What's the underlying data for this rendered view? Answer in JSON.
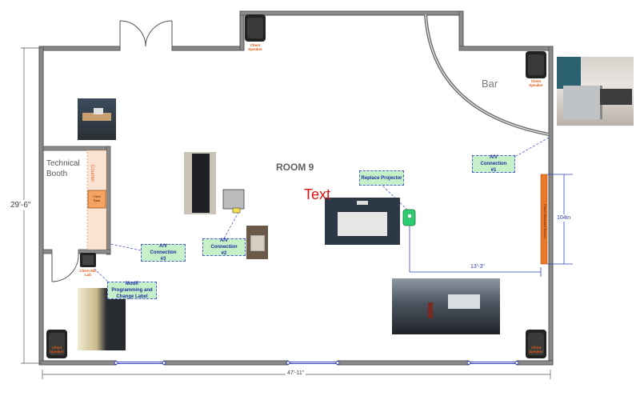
{
  "room": {
    "title": "ROOM 9",
    "bar_label": "Bar",
    "tech_booth_label": "Technical Booth",
    "counter_label": "Counter",
    "overlay_text": "Text"
  },
  "dimensions": {
    "height": "29'-6\"",
    "width": "47'-11\"",
    "screen_width": "104in",
    "projector_offset": "13'-3\""
  },
  "callouts": {
    "av1": "A/V Connection #1",
    "av2": "A/V Connection #2",
    "av3": "A/V Connection #3",
    "projector": "Replace Projector",
    "modify": "Modif Programming and Change Label"
  },
  "equipment": {
    "client_speaker": "Client Speaker",
    "client_rack": "Client Rack",
    "client_mic_lab": "Client Mic Lab",
    "client_screen": "Client Motorized Screen"
  },
  "colors": {
    "wall": "#808080",
    "wall_edge": "#555555",
    "callout_fill": "#c8f0c8",
    "callout_border": "#4a5fd0",
    "dim_line": "#3040c0",
    "screen": "#e8782a",
    "counter": "#fbe3d4",
    "red_text": "#e01010",
    "projector": "#2ecc71"
  }
}
